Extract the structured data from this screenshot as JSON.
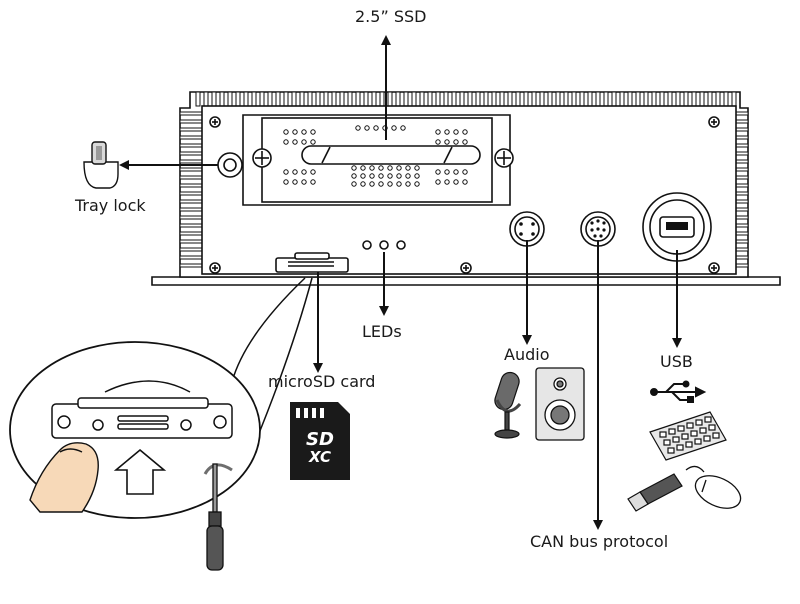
{
  "labels": {
    "ssd": "2.5” SSD",
    "tray_lock": "Tray lock",
    "leds": "LEDs",
    "microsd": "microSD card",
    "audio": "Audio",
    "usb": "USB",
    "can_bus": "CAN bus protocol"
  },
  "sd_card": {
    "logo_line1": "SD",
    "logo_line2": "XC"
  },
  "icons": [
    "tray-lock-key-icon",
    "microsd-card-icon",
    "microphone-icon",
    "speaker-icon",
    "usb-symbol-icon",
    "keyboard-icon",
    "usb-flash-drive-icon",
    "mouse-icon",
    "screwdriver-icon",
    "thumb-press-icon",
    "up-arrow-icon"
  ]
}
